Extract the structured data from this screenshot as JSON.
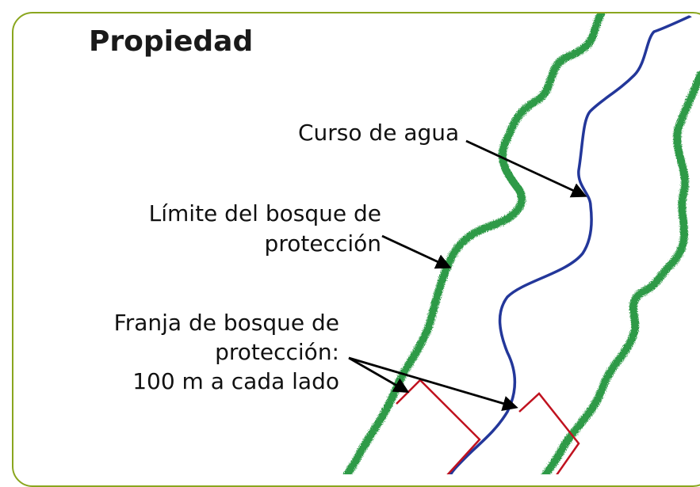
{
  "title": "Propiedad",
  "labels": {
    "water_course": "Curso de agua",
    "protection_limit_line1": "Límite del bosque de",
    "protection_limit_line2": "protección",
    "strip_line1": "Franja de bosque de",
    "strip_line2": "protección:",
    "strip_line3": "100 m a cada lado"
  },
  "colors": {
    "frame": "#8aa61e",
    "forest": "#2f9a47",
    "water": "#23379a",
    "strip_marker": "#c0121f",
    "arrow": "#000000"
  }
}
